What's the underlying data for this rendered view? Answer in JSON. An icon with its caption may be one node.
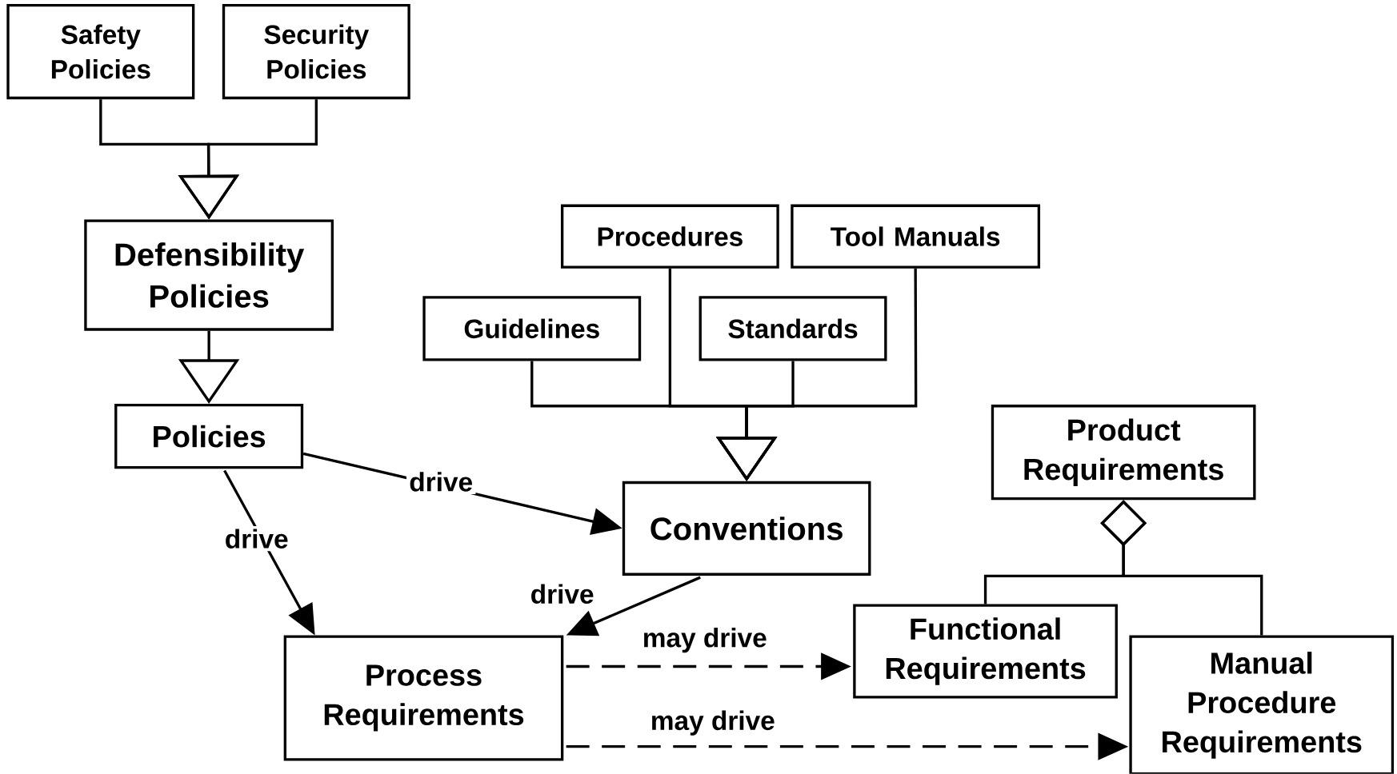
{
  "diagram": {
    "nodes": [
      {
        "text": [
          "Safety Policies"
        ]
      },
      {
        "text": [
          "Security Policies"
        ]
      },
      {
        "text": [
          "Defensibility Policies"
        ]
      },
      {
        "text": [
          "Policies"
        ]
      },
      {
        "text": [
          "Procedures"
        ]
      },
      {
        "text": [
          "Tool Manuals"
        ]
      },
      {
        "text": [
          "Guidelines"
        ]
      },
      {
        "text": [
          "Standards"
        ]
      },
      {
        "text": [
          "Conventions"
        ]
      },
      {
        "text": [
          "Product Requirements"
        ]
      },
      {
        "text": [
          "Process Requirements"
        ]
      },
      {
        "text": [
          "Functional Requirements"
        ]
      },
      {
        "text": [
          "Manual Procedure Requirements"
        ]
      }
    ],
    "edges": [
      {
        "from": 0,
        "to": 2,
        "arrow": "to"
      },
      {
        "from": 1,
        "to": 2,
        "arrow": "to"
      },
      {
        "from": 2,
        "to": 3,
        "arrow": "to"
      },
      {
        "from": 6,
        "to": 8,
        "arrow": "to"
      },
      {
        "from": 4,
        "to": 8,
        "arrow": "to"
      },
      {
        "from": 7,
        "to": 8,
        "arrow": "to"
      },
      {
        "from": 5,
        "to": 8,
        "arrow": "to"
      },
      {
        "from": 3,
        "to": 8,
        "arrow": "to",
        "label": "drive"
      },
      {
        "from": 3,
        "to": 10,
        "arrow": "to",
        "label": "drive"
      },
      {
        "from": 8,
        "to": 10,
        "arrow": "to",
        "label": "drive"
      },
      {
        "from": 10,
        "to": 11,
        "arrow": "to",
        "label": "may drive",
        "style": "dashed"
      },
      {
        "from": 10,
        "to": 12,
        "arrow": "to",
        "label": "may drive",
        "style": "dashed"
      },
      {
        "from": 11,
        "to": 9,
        "arrow": "other"
      },
      {
        "from": 12,
        "to": 9,
        "arrow": "other"
      }
    ]
  }
}
